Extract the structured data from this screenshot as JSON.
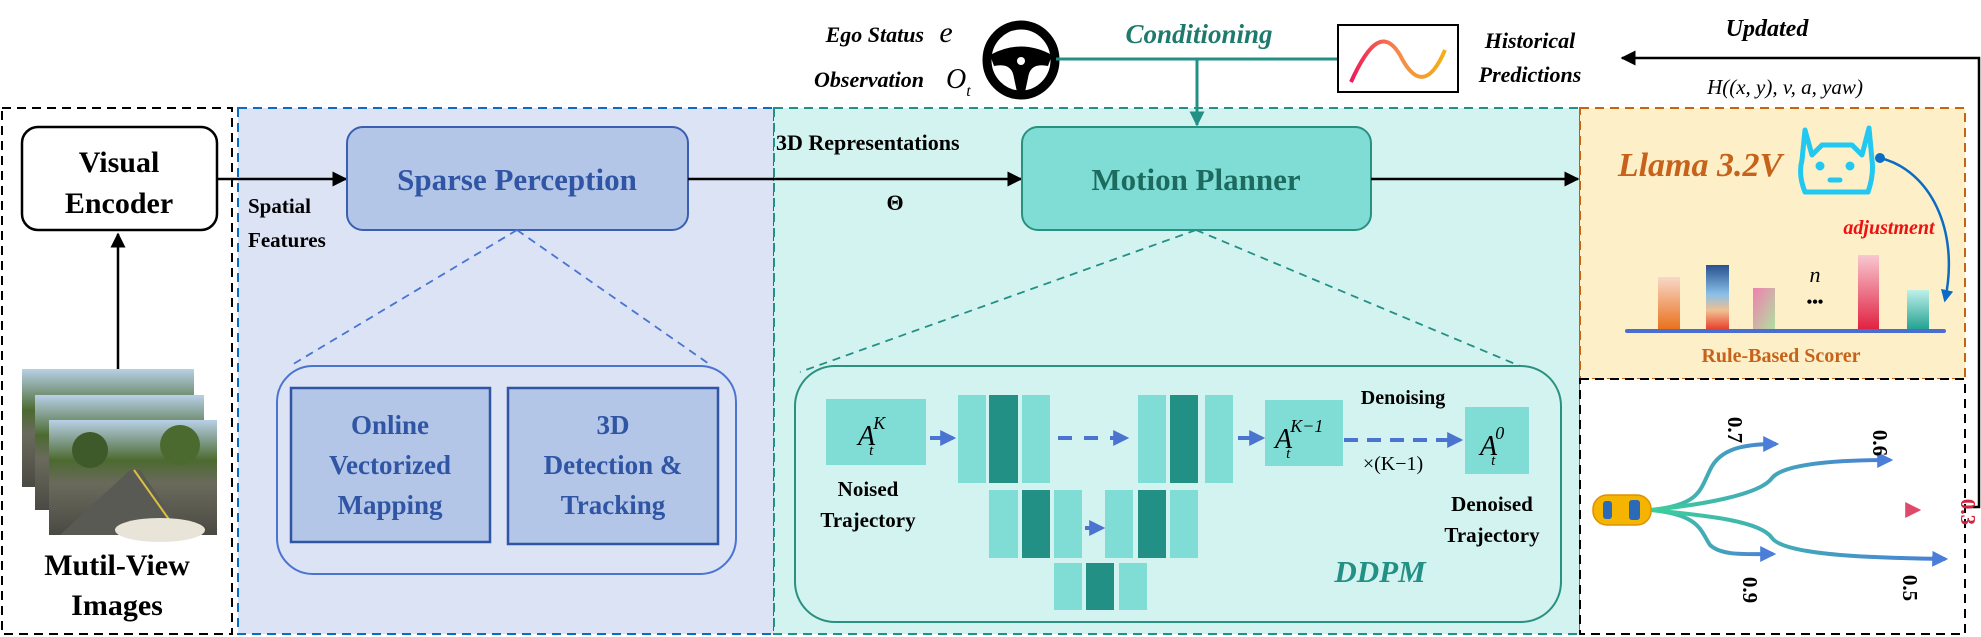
{
  "visual_encoder": {
    "line1": "Visual",
    "line2": "Encoder"
  },
  "multi_view_images": {
    "line1": "Mutil-View",
    "line2": "Images"
  },
  "spatial_features": {
    "line1": "Spatial",
    "line2": "Features"
  },
  "sparse_perception": {
    "title": "Sparse Perception",
    "mapping": {
      "line1": "Online",
      "line2": "Vectorized",
      "line3": "Mapping"
    },
    "detection": {
      "line1": "3D",
      "line2": "Detection &",
      "line3": "Tracking"
    }
  },
  "representations": {
    "label": "3D Representations",
    "symbol": "Θ"
  },
  "conditioning": {
    "label": "Conditioning",
    "ego_status": {
      "label": "Ego Status",
      "symbol": "e"
    },
    "observation": {
      "label": "Observation",
      "symbol": "O",
      "sub": "t"
    },
    "historical": {
      "line1": "Historical",
      "line2": "Predictions"
    }
  },
  "motion_planner": {
    "title": "Motion Planner",
    "ddpm": {
      "label": "DDPM",
      "noised": {
        "line1": "Noised",
        "line2": "Trajectory",
        "sym": "A",
        "sub": "t",
        "sup": "K"
      },
      "intermediate": {
        "sym": "A",
        "sub": "t",
        "sup": "K−1"
      },
      "denoising": "Denoising",
      "repeat": "×(K−1)",
      "denoised": {
        "line1": "Denoised",
        "line2": "Trajectory",
        "sym": "A",
        "sub": "t",
        "sup": "0"
      }
    }
  },
  "feedback": {
    "updated": "Updated",
    "formula": "H((x, y), v, a, yaw)"
  },
  "llm": {
    "title": "Llama 3.2V",
    "adjustment": "adjustment",
    "n_label": "n",
    "dots": "•••",
    "scorer": "Rule-Based Scorer"
  },
  "trajectory_scores": [
    "0.7",
    "0.6",
    "0.3",
    "0.9",
    "0.5"
  ],
  "colors": {
    "perception_bg": "#dbe3f5",
    "perception_box": "#b4c6e7",
    "perception_text": "#2f55a4",
    "planner_bg": "#d3f3f0",
    "planner_box": "#7fddd6",
    "planner_dark": "#239085",
    "llm_bg": "#fdefc8",
    "llm_text": "#c6621a",
    "adjustment": "#ee1111",
    "highlight_score": "#d0223c"
  }
}
